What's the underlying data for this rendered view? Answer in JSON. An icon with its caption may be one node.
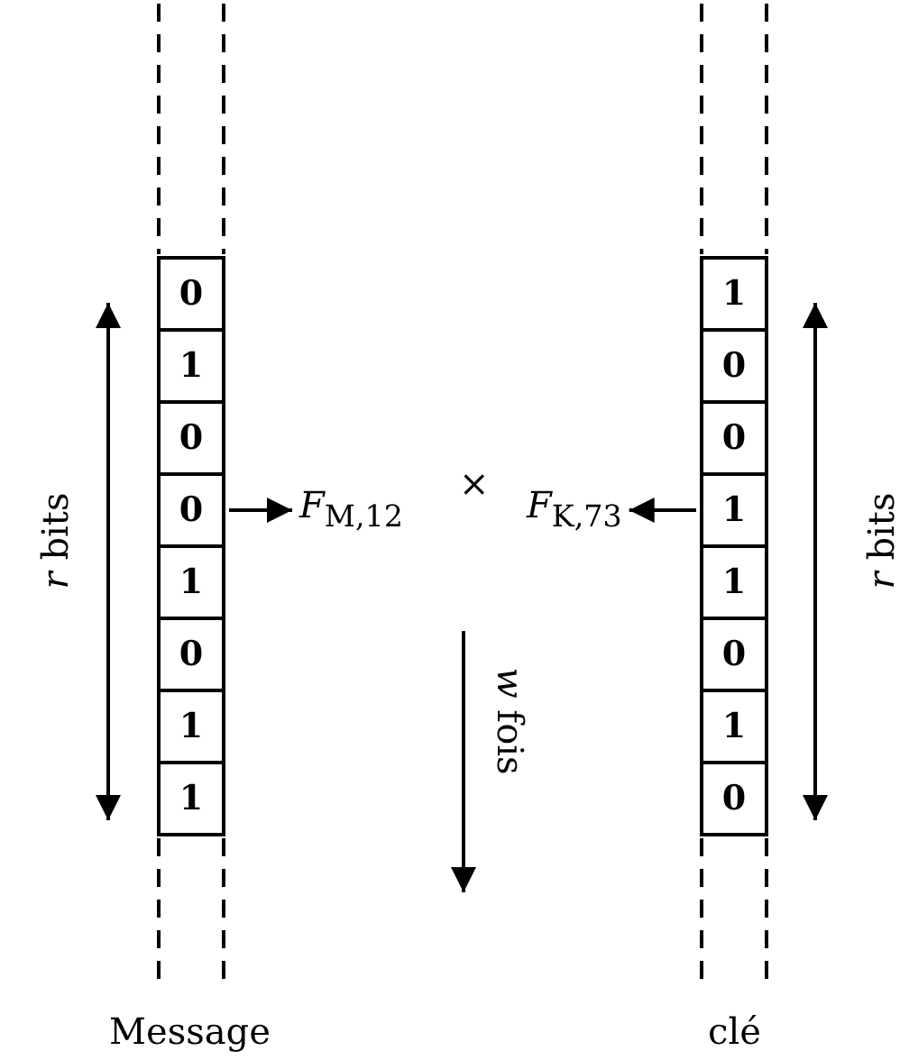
{
  "diagram": {
    "nodes": [
      {
        "text": [
          "0"
        ]
      },
      {
        "text": [
          "1"
        ]
      },
      {
        "text": [
          "0"
        ]
      },
      {
        "text": [
          "0"
        ]
      },
      {
        "text": [
          "1"
        ]
      },
      {
        "text": [
          "0"
        ]
      },
      {
        "text": [
          "1"
        ]
      },
      {
        "text": [
          "1"
        ]
      },
      {
        "text": [
          "1"
        ]
      },
      {
        "text": [
          "0"
        ]
      },
      {
        "text": [
          "0"
        ]
      },
      {
        "text": [
          "1"
        ]
      },
      {
        "text": [
          "1"
        ]
      },
      {
        "text": [
          "0"
        ]
      },
      {
        "text": [
          "1"
        ]
      },
      {
        "text": [
          "0"
        ]
      },
      {
        "text": [
          "*F*$_{M,12}$"
        ]
      },
      {
        "text": [
          "*F*$_{K,73}$"
        ]
      }
    ],
    "edges": [
      {
        "from": 3,
        "to": 16,
        "arrow": "to"
      },
      {
        "from": 11,
        "to": 17,
        "arrow": "to"
      }
    ],
    "labels": [
      "×",
      "*r* bits",
      "*w* fois",
      "*r* bits",
      "Message",
      "clé"
    ]
  }
}
